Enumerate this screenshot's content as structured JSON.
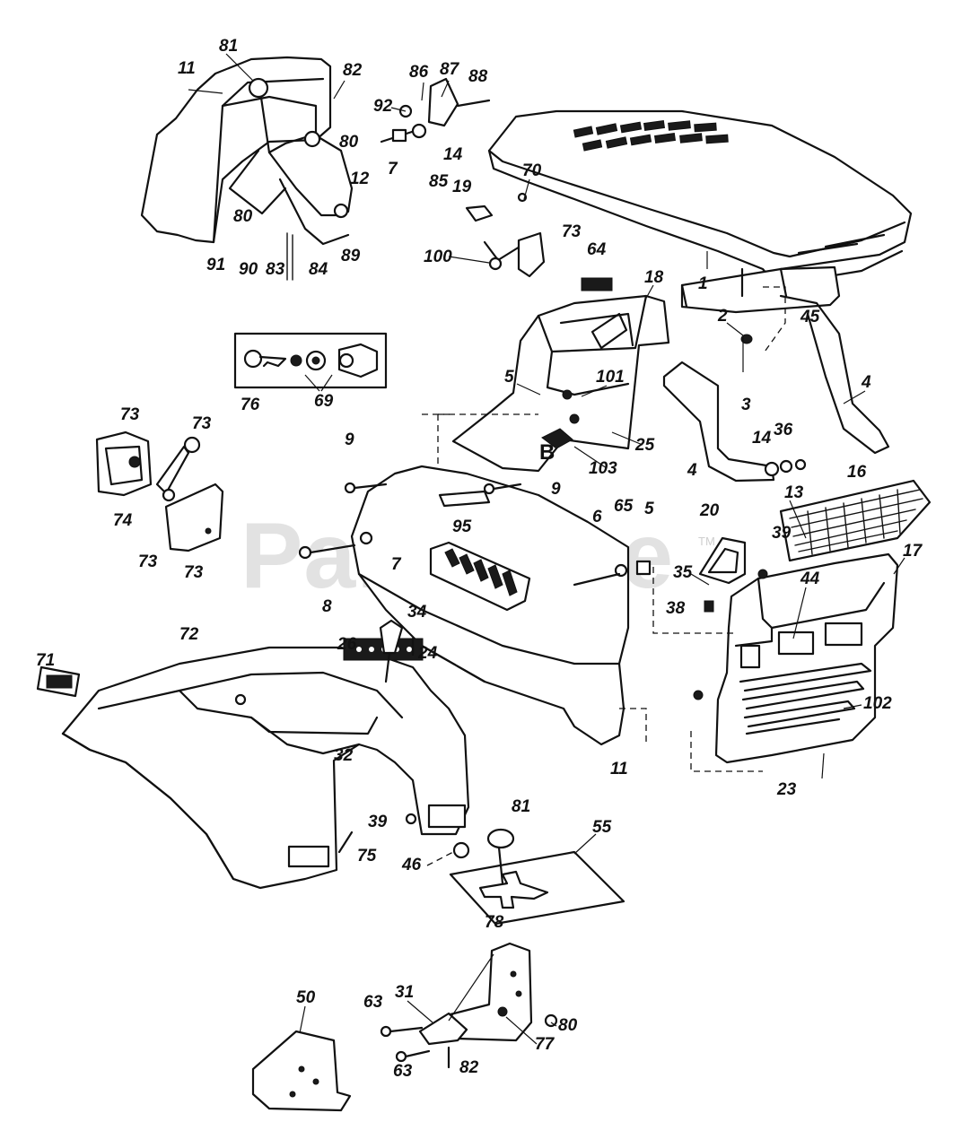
{
  "watermark": {
    "text": "PartsTree",
    "tm": "TM"
  },
  "labels": [
    "81",
    "11",
    "82",
    "86",
    "87",
    "88",
    "92",
    "80",
    "12",
    "7",
    "85",
    "14",
    "80",
    "91",
    "90",
    "83",
    "84",
    "89",
    "1",
    "70",
    "19",
    "73",
    "64",
    "100",
    "18",
    "2",
    "45",
    "5",
    "101",
    "4",
    "3",
    "25",
    "36",
    "14",
    "13",
    "4",
    "103",
    "9",
    "9",
    "95",
    "76",
    "69",
    "73",
    "73",
    "74",
    "73",
    "73",
    "8",
    "7",
    "6",
    "65",
    "5",
    "20",
    "39",
    "16",
    "17",
    "35",
    "38",
    "44",
    "72",
    "71",
    "34",
    "26",
    "24",
    "32",
    "39",
    "75",
    "11",
    "102",
    "23",
    "81",
    "55",
    "46",
    "78",
    "50",
    "31",
    "63",
    "63",
    "80",
    "77",
    "82"
  ],
  "callouts": {
    "B": "B"
  }
}
